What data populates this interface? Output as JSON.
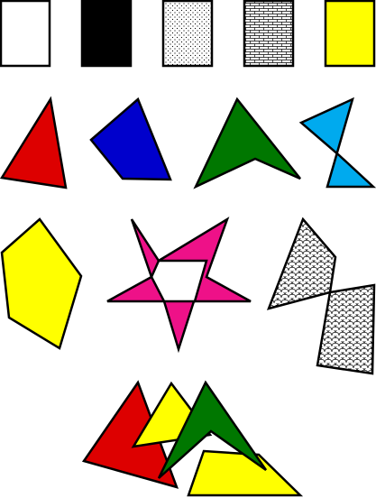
{
  "palette": {
    "white": "#ffffff",
    "black": "#000000",
    "yellow": "#ffff00",
    "red": "#dd0000",
    "blue": "#0000cc",
    "green": "#007700",
    "cyan": "#00aaee",
    "magenta": "#ee1188"
  },
  "swatches": [
    {
      "name": "white",
      "fill": "solid-white"
    },
    {
      "name": "black",
      "fill": "solid-black"
    },
    {
      "name": "dotted",
      "fill": "dot-pattern"
    },
    {
      "name": "brick",
      "fill": "brick-pattern"
    },
    {
      "name": "yellow",
      "fill": "solid-yellow"
    }
  ],
  "shapes": [
    {
      "name": "red-triangle",
      "fill": "red"
    },
    {
      "name": "blue-quadrilateral",
      "fill": "blue"
    },
    {
      "name": "green-arrowhead",
      "fill": "green"
    },
    {
      "name": "cyan-bowtie",
      "fill": "cyan"
    },
    {
      "name": "yellow-hexagon",
      "fill": "yellow"
    },
    {
      "name": "magenta-pentagram",
      "fill": "magenta"
    },
    {
      "name": "scaled-bowtie",
      "fill": "scale-pattern"
    },
    {
      "name": "overlapping-composition",
      "fill": "mixed"
    }
  ]
}
